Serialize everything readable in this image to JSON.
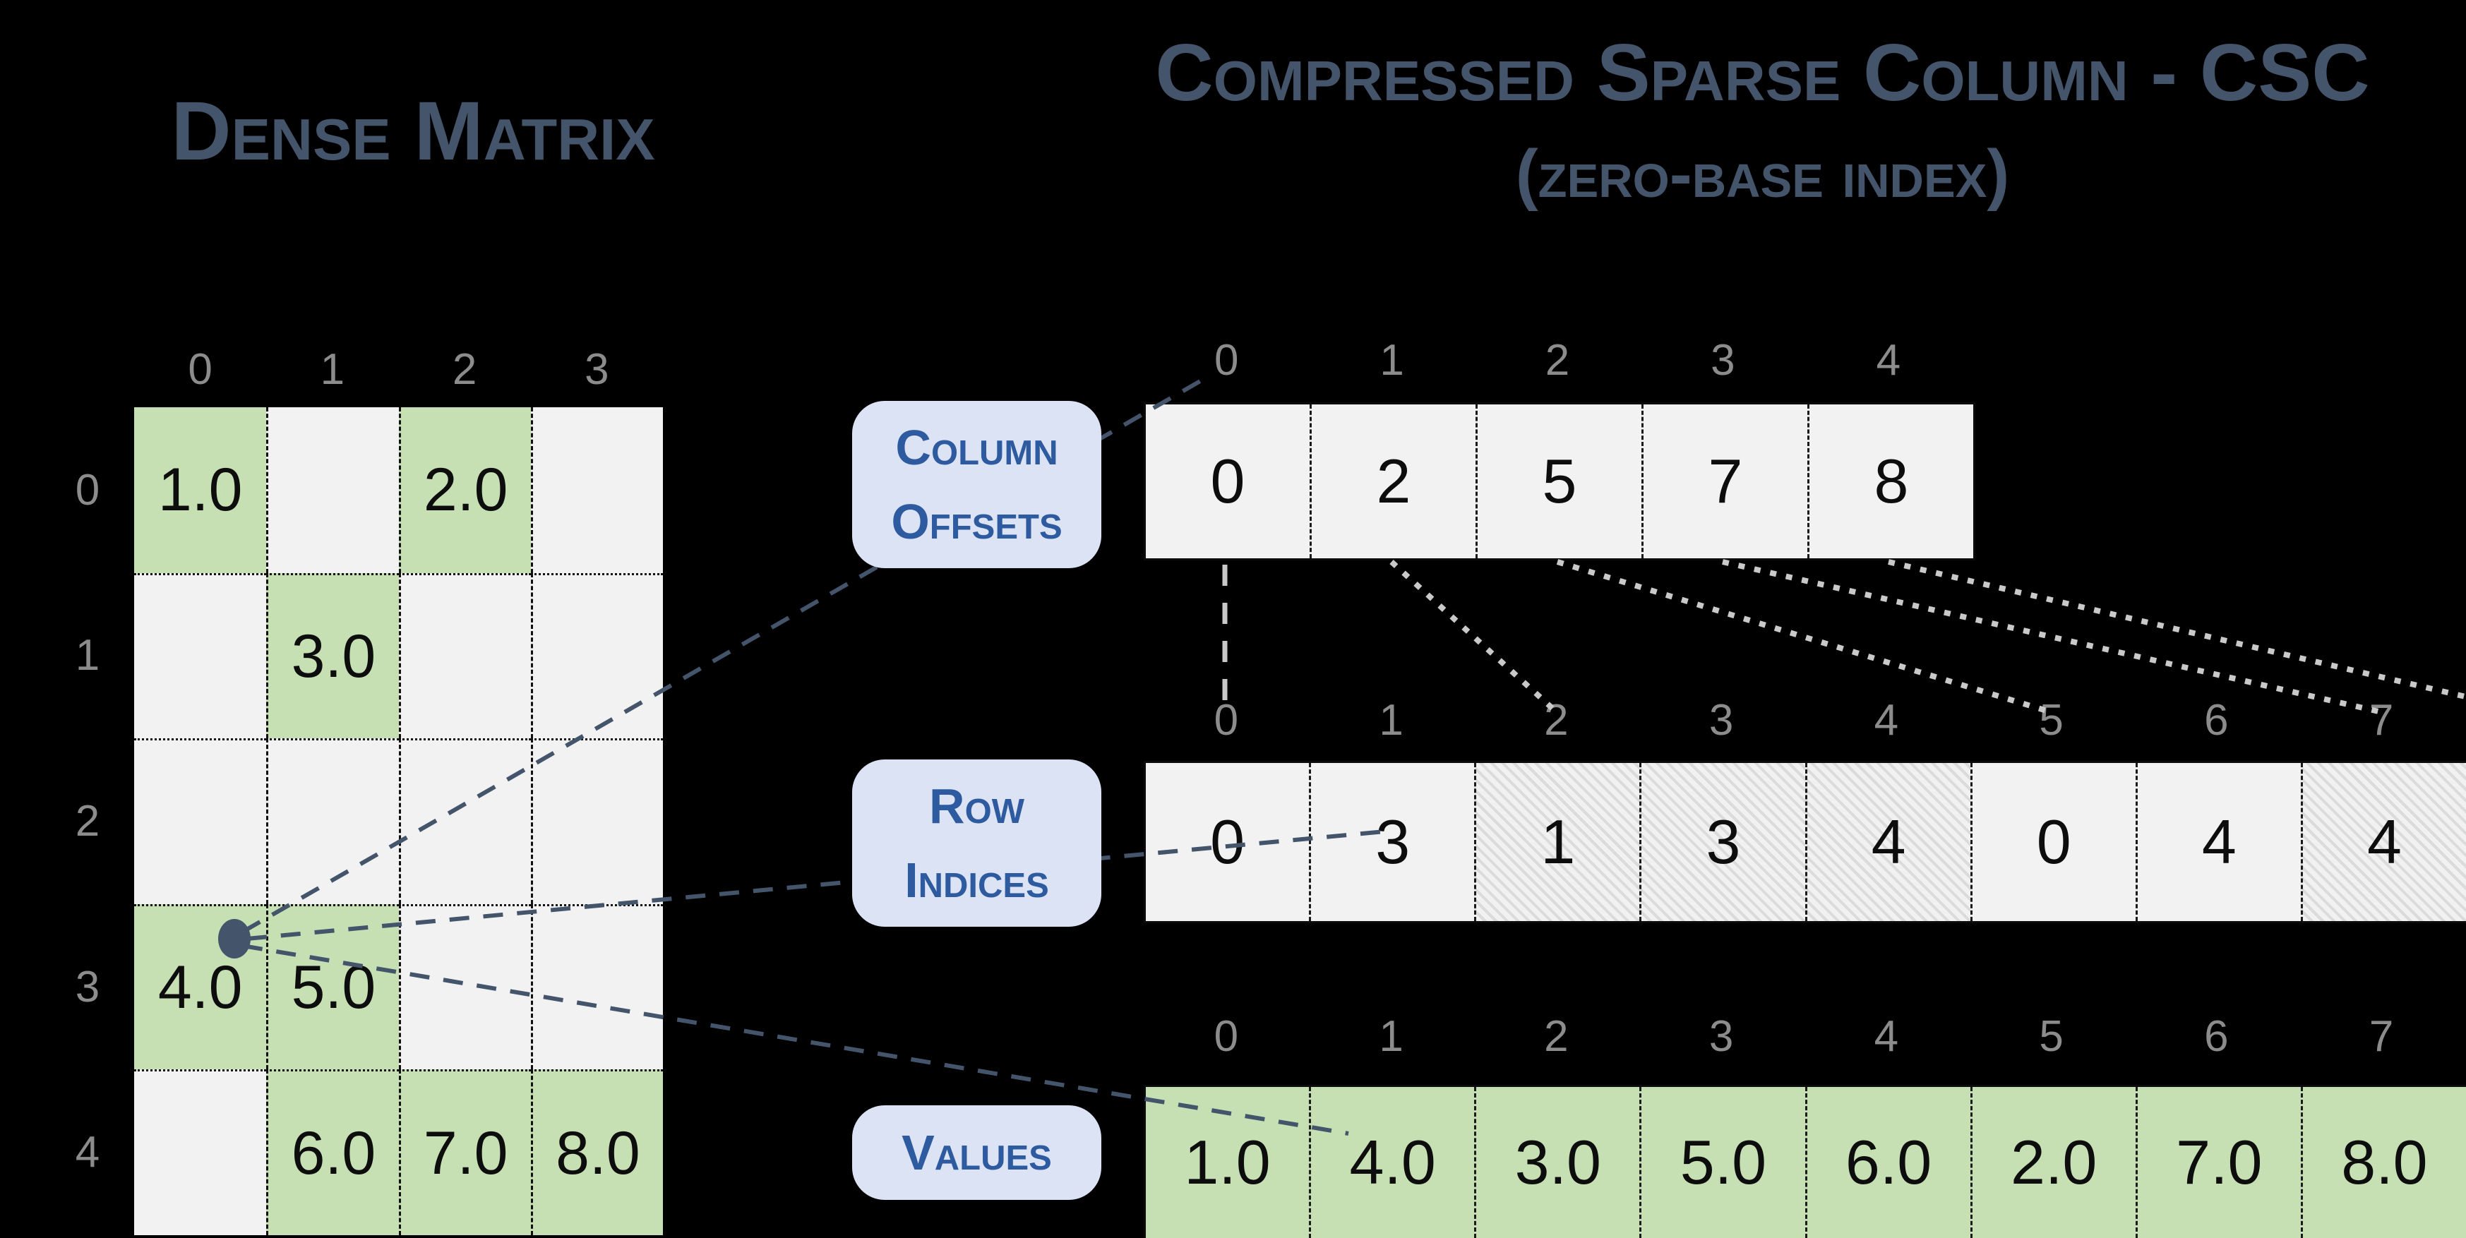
{
  "titles": {
    "dense": "Dense Matrix",
    "csc_line1": "Compressed Sparse Column - CSC",
    "csc_line2": "(zero-base index)"
  },
  "dense_matrix": {
    "col_labels": [
      "0",
      "1",
      "2",
      "3"
    ],
    "row_labels": [
      "0",
      "1",
      "2",
      "3",
      "4"
    ],
    "cells": [
      [
        "1.0",
        "",
        "2.0",
        ""
      ],
      [
        "",
        "3.0",
        "",
        ""
      ],
      [
        "",
        "",
        "",
        ""
      ],
      [
        "4.0",
        "5.0",
        "",
        ""
      ],
      [
        "",
        "6.0",
        "7.0",
        "8.0"
      ]
    ]
  },
  "arrays": {
    "column_offsets": {
      "label_lines": [
        "Column",
        "Offsets"
      ],
      "indices": [
        "0",
        "1",
        "2",
        "3",
        "4"
      ],
      "values": [
        "0",
        "2",
        "5",
        "7",
        "8"
      ],
      "hatched": []
    },
    "row_indices": {
      "label_lines": [
        "Row",
        "Indices"
      ],
      "indices": [
        "0",
        "1",
        "2",
        "3",
        "4",
        "5",
        "6",
        "7"
      ],
      "values": [
        "0",
        "3",
        "1",
        "3",
        "4",
        "0",
        "4",
        "4"
      ],
      "hatched": [
        2,
        3,
        4,
        7
      ]
    },
    "values": {
      "label_lines": [
        "Values"
      ],
      "indices": [
        "0",
        "1",
        "2",
        "3",
        "4",
        "5",
        "6",
        "7"
      ],
      "values": [
        "1.0",
        "4.0",
        "3.0",
        "5.0",
        "6.0",
        "2.0",
        "7.0",
        "8.0"
      ],
      "hatched": [
        2,
        3,
        4,
        7
      ]
    }
  },
  "colors": {
    "background": "#000000",
    "title_text": "#44546A",
    "label_box_bg": "#DBE3F4",
    "label_box_text": "#2E5B9F",
    "highlight_green": "#C6E0B4",
    "cell_gray": "#F2F2F2",
    "index_label_gray": "#8C8C8C",
    "pointer_blue": "#44546A",
    "connector_gray": "#C9C9C9"
  }
}
